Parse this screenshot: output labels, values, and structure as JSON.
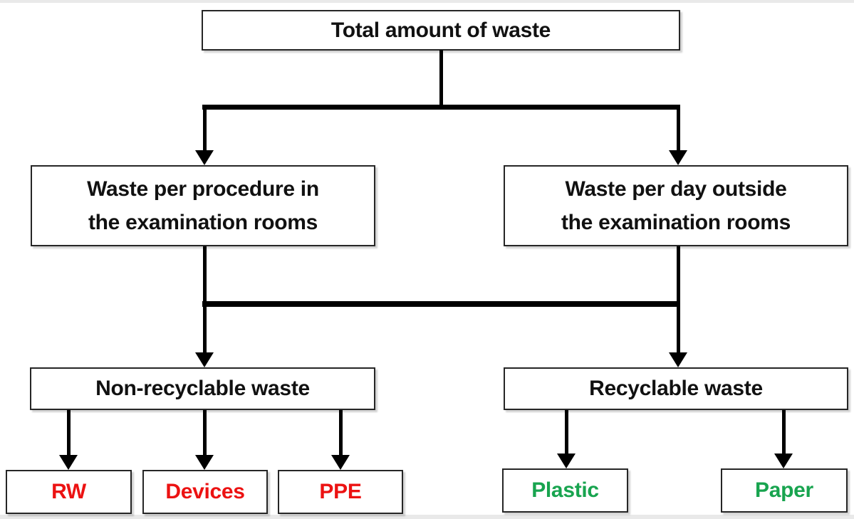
{
  "diagram": {
    "type": "flowchart",
    "nodes": {
      "total": {
        "lines": [
          "Total amount of waste"
        ],
        "text_color": "#111111"
      },
      "procedure": {
        "lines": [
          "Waste per procedure in",
          "the examination rooms"
        ],
        "text_color": "#111111"
      },
      "outside": {
        "lines": [
          "Waste per day outside",
          "the examination rooms"
        ],
        "text_color": "#111111"
      },
      "nonrecyclable": {
        "lines": [
          "Non-recyclable waste"
        ],
        "text_color": "#111111"
      },
      "recyclable": {
        "lines": [
          "Recyclable waste"
        ],
        "text_color": "#111111"
      },
      "rw": {
        "lines": [
          "RW"
        ],
        "text_color": "#ec1212"
      },
      "devices": {
        "lines": [
          "Devices"
        ],
        "text_color": "#ec1212"
      },
      "ppe": {
        "lines": [
          "PPE"
        ],
        "text_color": "#ec1212"
      },
      "plastic": {
        "lines": [
          "Plastic"
        ],
        "text_color": "#18a44f"
      },
      "paper": {
        "lines": [
          "Paper"
        ],
        "text_color": "#18a44f"
      }
    },
    "edges": [
      {
        "from": "total",
        "to": "procedure"
      },
      {
        "from": "total",
        "to": "outside"
      },
      {
        "from": "procedure",
        "to": "nonrecyclable"
      },
      {
        "from": "procedure",
        "to": "recyclable"
      },
      {
        "from": "outside",
        "to": "nonrecyclable"
      },
      {
        "from": "outside",
        "to": "recyclable"
      },
      {
        "from": "nonrecyclable",
        "to": "rw"
      },
      {
        "from": "nonrecyclable",
        "to": "devices"
      },
      {
        "from": "nonrecyclable",
        "to": "ppe"
      },
      {
        "from": "recyclable",
        "to": "plastic"
      },
      {
        "from": "recyclable",
        "to": "paper"
      }
    ]
  },
  "colors": {
    "background": "#ffffff",
    "frame": "#e9e9e9",
    "line": "#000000",
    "box_border": "#262626",
    "red_label": "#ec1212",
    "green_label": "#18a44f",
    "black_label": "#111111"
  }
}
